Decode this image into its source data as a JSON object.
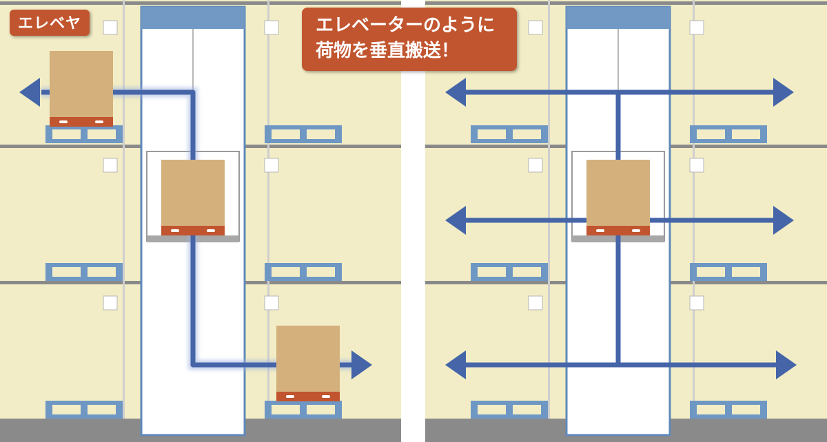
{
  "labels": {
    "system_name": "エレベヤ",
    "callout_line1": "エレベーターのように",
    "callout_line2": "荷物を垂直搬送！"
  },
  "colors": {
    "background": "#f2edc6",
    "floor_line": "#8a8a8a",
    "pallet": "#6f97c4",
    "shaft_header": "#7199c4",
    "shaft_border": "#5f89ba",
    "arrow": "#4565a8",
    "box": "#d4b07c",
    "pallet_base": "#c1552f",
    "label_fill": "#c1552f",
    "separator": "#ffffff"
  },
  "icons": {
    "arrow_left": "arrow-left-icon",
    "arrow_right": "arrow-right-icon",
    "cardboard_box": "box-icon"
  }
}
